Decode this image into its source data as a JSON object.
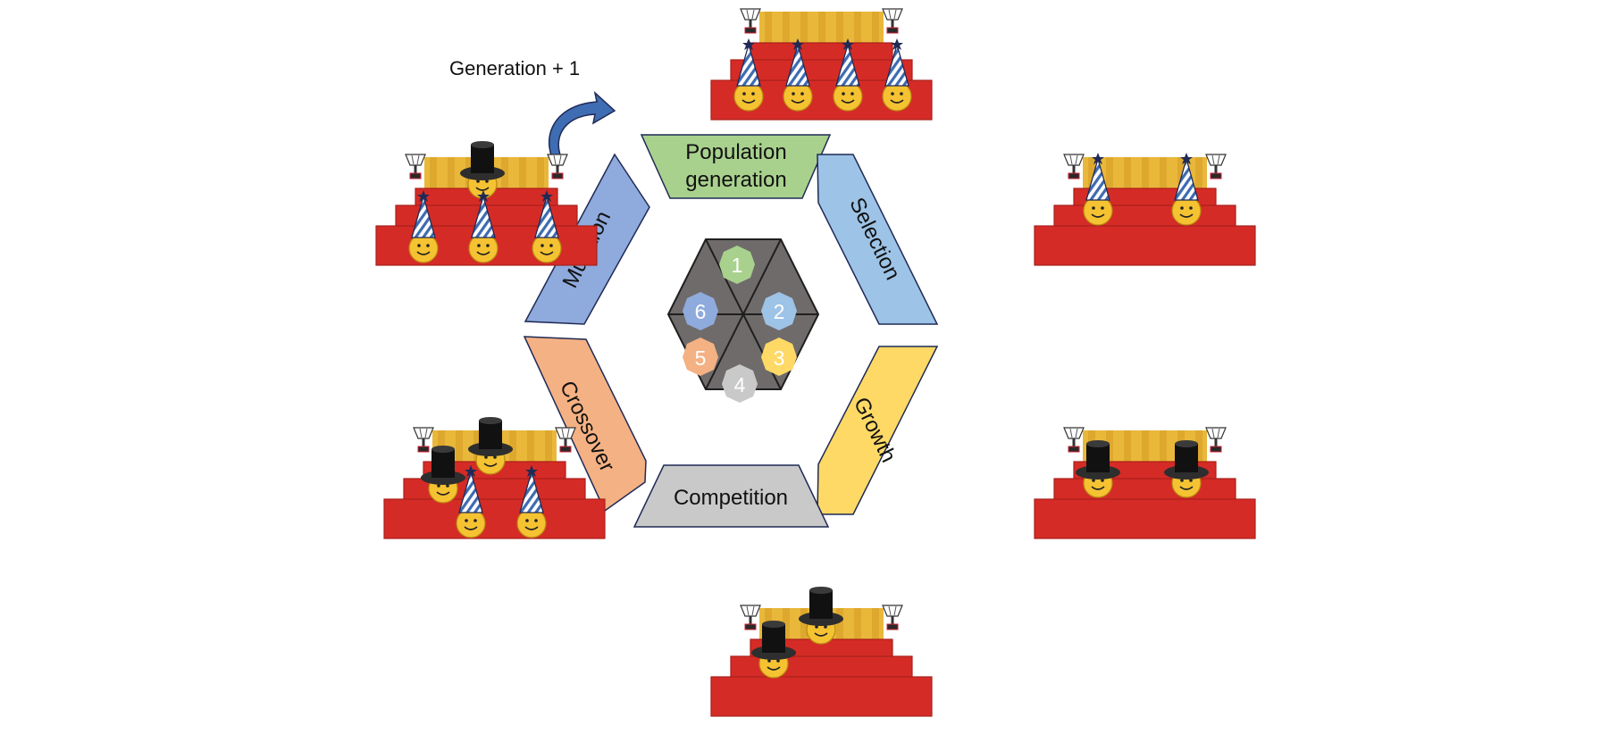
{
  "generation_label": "Generation + 1",
  "stages": [
    {
      "id": "population",
      "label_lines": [
        "Population",
        "generation"
      ],
      "number": "1",
      "color": "#a9d18e"
    },
    {
      "id": "selection",
      "label_lines": [
        "Selection"
      ],
      "number": "2",
      "color": "#9dc3e6"
    },
    {
      "id": "growth",
      "label_lines": [
        "Growth"
      ],
      "number": "3",
      "color": "#ffd966"
    },
    {
      "id": "competition",
      "label_lines": [
        "Competition"
      ],
      "number": "4",
      "color": "#c9c9c9"
    },
    {
      "id": "crossover",
      "label_lines": [
        "Crossover"
      ],
      "number": "5",
      "color": "#f4b183"
    },
    {
      "id": "mutation",
      "label_lines": [
        "Mutation"
      ],
      "number": "6",
      "color": "#8faadc"
    }
  ],
  "colors": {
    "hexagon_fill": "#6f6b6b",
    "podium_red": "#d52b26",
    "podium_gold": "#e9b83a",
    "smiley": "#f5c232",
    "hat_stripe": "#3e6bb0",
    "arrow": "#3f6db3",
    "outline": "#1f2a55"
  },
  "podiums": [
    {
      "id": "top",
      "smilies": [
        {
          "hat": "party"
        },
        {
          "hat": "party"
        },
        {
          "hat": "party"
        },
        {
          "hat": "party"
        }
      ]
    },
    {
      "id": "upper-right",
      "smilies": [
        {
          "hat": "party"
        },
        {
          "hat": "party"
        }
      ]
    },
    {
      "id": "lower-right",
      "smilies": [
        {
          "hat": "tophat"
        },
        {
          "hat": "tophat"
        }
      ]
    },
    {
      "id": "bottom",
      "smilies": [
        {
          "hat": "tophat"
        },
        {
          "hat": "tophat"
        }
      ]
    },
    {
      "id": "lower-left",
      "smilies": [
        {
          "hat": "tophat"
        },
        {
          "hat": "tophat"
        },
        {
          "hat": "party"
        },
        {
          "hat": "party"
        }
      ]
    },
    {
      "id": "upper-left",
      "smilies": [
        {
          "hat": "tophat"
        },
        {
          "hat": "party"
        },
        {
          "hat": "party"
        },
        {
          "hat": "party"
        }
      ]
    }
  ]
}
